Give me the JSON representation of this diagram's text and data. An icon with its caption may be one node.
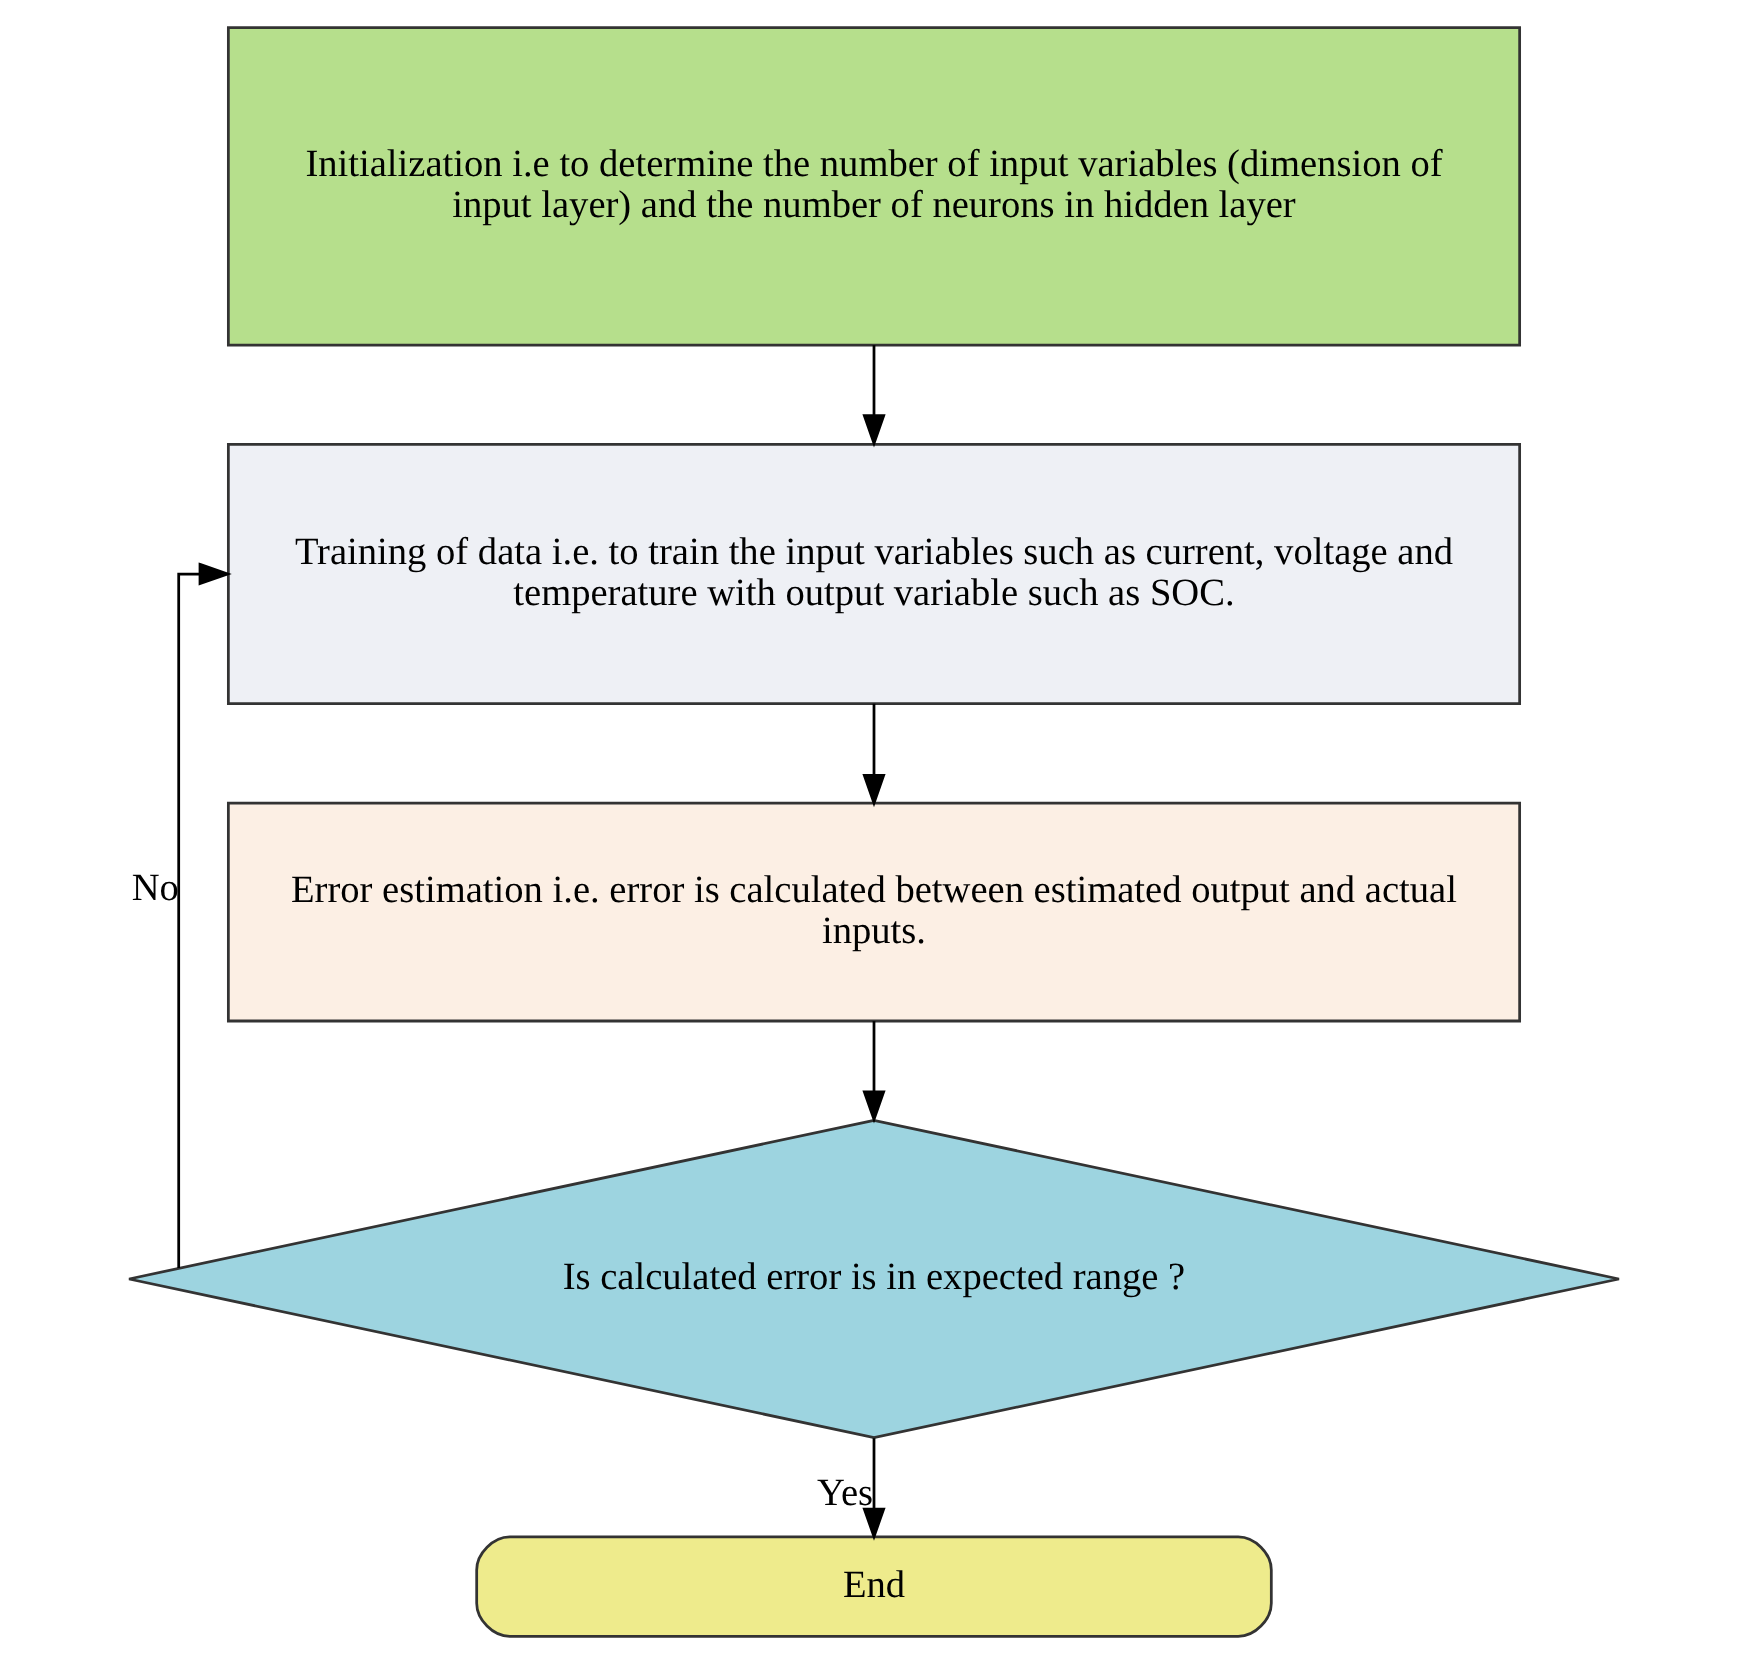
{
  "diagram": {
    "nodes": [
      {
        "text": [
          "Initialization i.e to determine the number of input variables (dimension of input layer) and the number of neurons in hidden layer"
        ]
      },
      {
        "text": [
          "Training of data i.e. to train the input variables such as current, voltage and temperature with output variable such as SOC."
        ]
      },
      {
        "text": [
          "Error estimation i.e. error is calculated between estimated output and actual inputs."
        ]
      },
      {
        "text": [
          "Is calculated error is in expected range ?"
        ]
      },
      {
        "text": [
          "End"
        ]
      }
    ],
    "edges": [
      {
        "from": 0,
        "to": 1,
        "arrow": "to"
      },
      {
        "from": 1,
        "to": 2,
        "arrow": "to"
      },
      {
        "from": 2,
        "to": 3,
        "arrow": "to"
      },
      {
        "from": 3,
        "to": 4,
        "arrow": "to",
        "label": "Yes"
      },
      {
        "from": 3,
        "to": 1,
        "arrow": "to",
        "label": "No"
      }
    ]
  }
}
